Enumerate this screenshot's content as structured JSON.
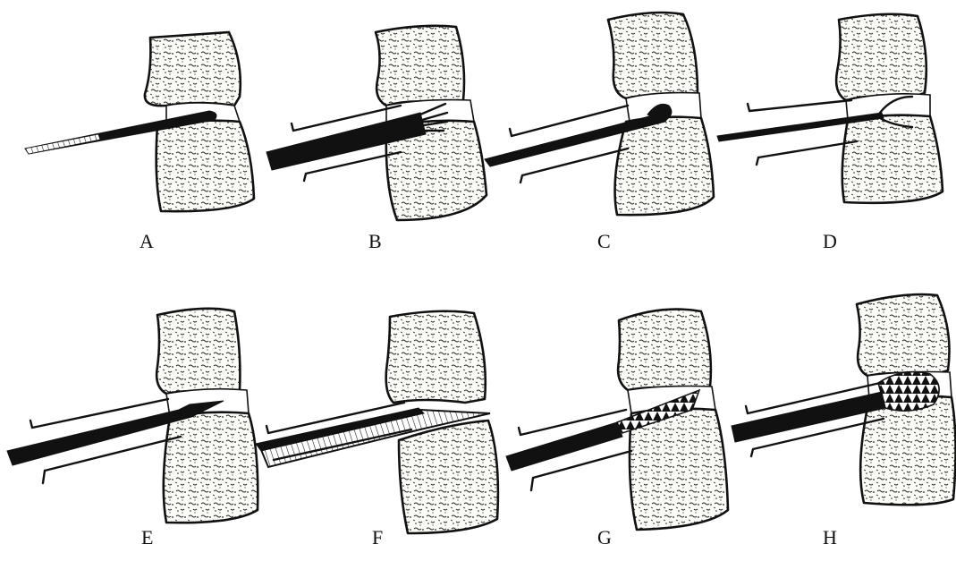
{
  "figure": {
    "panels": [
      {
        "id": "A",
        "label": "A",
        "instrument": "guide-needle"
      },
      {
        "id": "B",
        "label": "B",
        "instrument": "rake-instrument"
      },
      {
        "id": "C",
        "label": "C",
        "instrument": "curette"
      },
      {
        "id": "D",
        "label": "D",
        "instrument": "grasping-forceps"
      },
      {
        "id": "E",
        "label": "E",
        "instrument": "working-cannula"
      },
      {
        "id": "F",
        "label": "F",
        "instrument": "distractor-wedge"
      },
      {
        "id": "G",
        "label": "G",
        "instrument": "graft-packing"
      },
      {
        "id": "H",
        "label": "H",
        "instrument": "cage-insertion"
      }
    ],
    "colors": {
      "ink": "#111111",
      "bone_fill": "#fbfbf7",
      "background": "#ffffff"
    }
  }
}
